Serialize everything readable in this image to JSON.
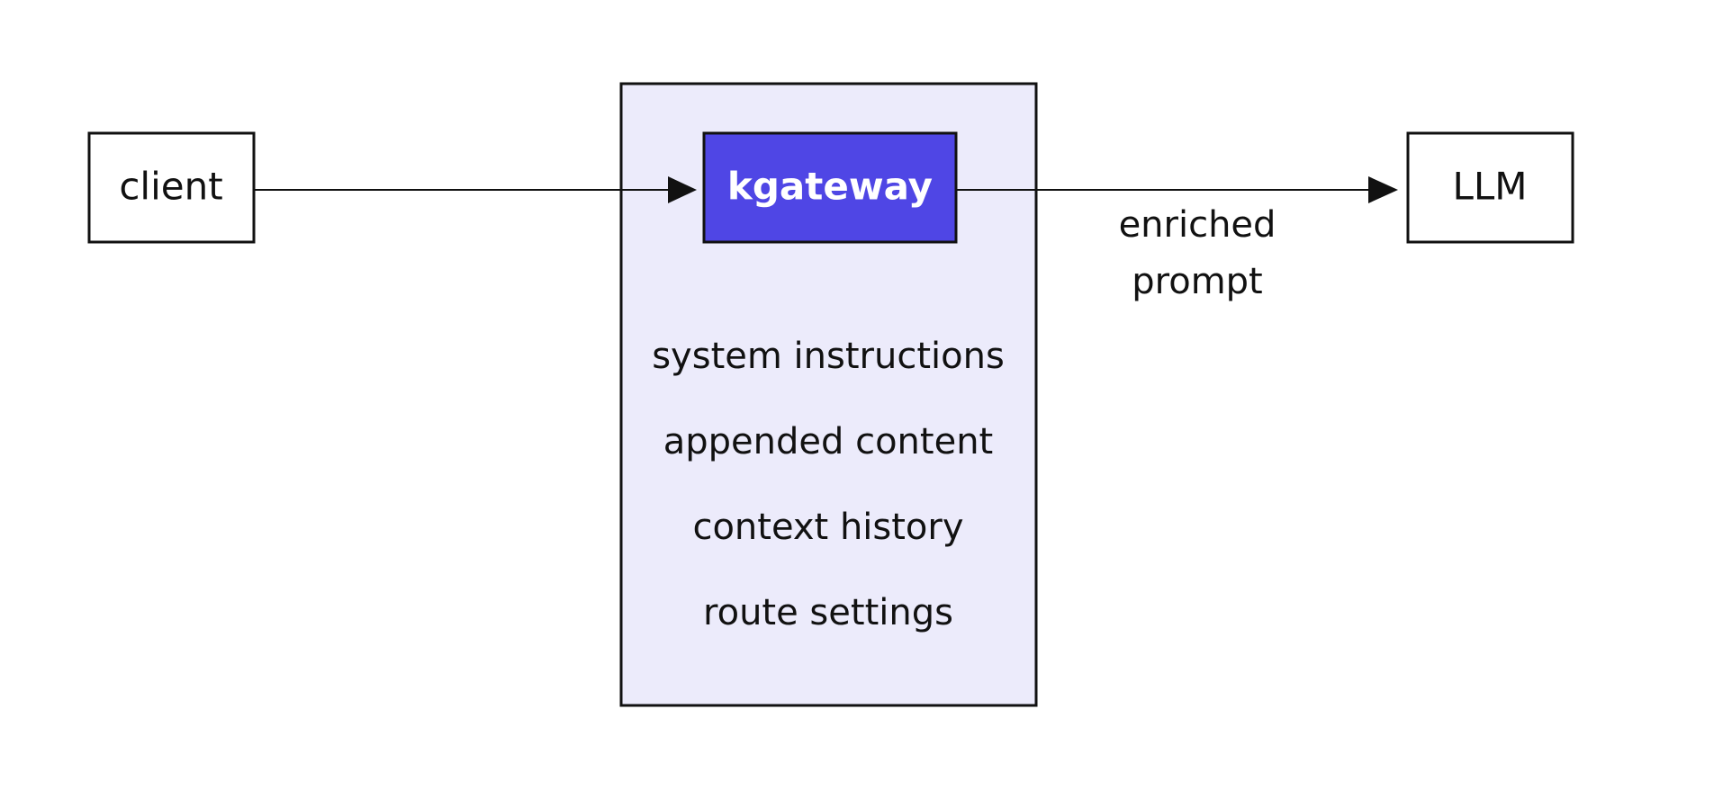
{
  "nodes": {
    "client": {
      "label": "client"
    },
    "kgateway": {
      "label": "kgateway",
      "fill": "#4f46e5"
    },
    "llm": {
      "label": "LLM"
    }
  },
  "gateway_group": {
    "fill": "#ecebfb",
    "items": [
      "system instructions",
      "appended content",
      "context history",
      "route settings"
    ]
  },
  "edges": {
    "gateway_to_llm": {
      "label_lines": [
        "enriched",
        "prompt"
      ]
    }
  }
}
